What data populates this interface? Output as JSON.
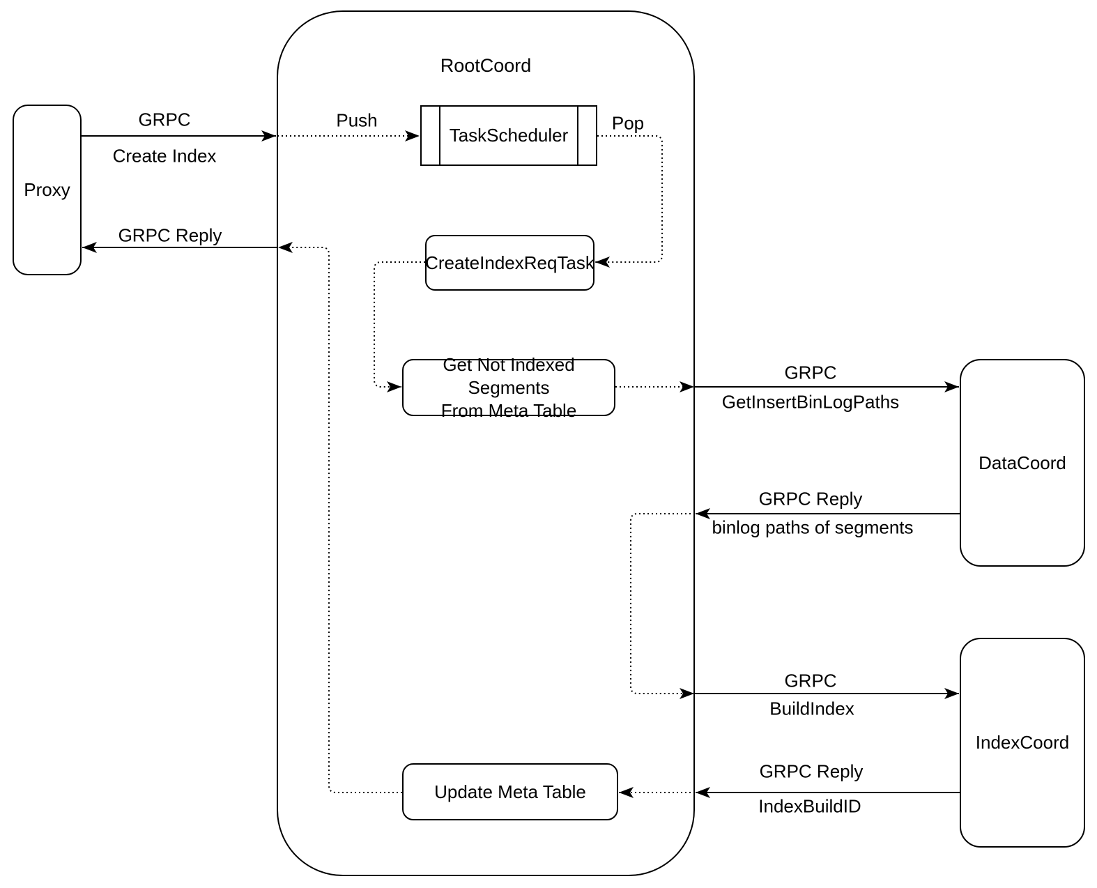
{
  "diagram": {
    "colors": {
      "stroke": "#000000",
      "background": "#ffffff"
    },
    "nodes": {
      "proxy": {
        "label": "Proxy"
      },
      "rootcoord": {
        "label": "RootCoord"
      },
      "taskscheduler": {
        "label": "TaskScheduler"
      },
      "create_index_req_task": {
        "label": "CreateIndexReqTask"
      },
      "get_not_indexed_segments": {
        "lines": [
          "Get Not Indexed Segments",
          "From Meta Table"
        ]
      },
      "update_meta_table": {
        "label": "Update Meta Table"
      },
      "datacoord": {
        "label": "DataCoord"
      },
      "indexcoord": {
        "label": "IndexCoord"
      }
    },
    "edges": {
      "grpc_create_index": {
        "label": "GRPC",
        "sublabel": "Create Index",
        "from": "Proxy",
        "to": "RootCoord",
        "style": "solid"
      },
      "grpc_reply_proxy": {
        "label": "GRPC Reply",
        "from": "RootCoord",
        "to": "Proxy",
        "style": "solid"
      },
      "push": {
        "label": "Push",
        "from": "RootCoord",
        "to": "TaskScheduler",
        "style": "dotted"
      },
      "pop": {
        "label": "Pop",
        "from": "TaskScheduler",
        "to": "CreateIndexReqTask",
        "style": "dotted"
      },
      "task_to_segments": {
        "from": "CreateIndexReqTask",
        "to": "Get Not Indexed Segments From Meta Table",
        "style": "dotted"
      },
      "grpc_get_insert": {
        "label": "GRPC",
        "sublabel": "GetInsertBinLogPaths",
        "from": "RootCoord",
        "to": "DataCoord",
        "style": "solid"
      },
      "grpc_reply_binlog": {
        "label": "GRPC Reply",
        "sublabel": "binlog paths of segments",
        "from": "DataCoord",
        "to": "RootCoord",
        "style": "solid"
      },
      "grpc_build_index": {
        "label": "GRPC",
        "sublabel": "BuildIndex",
        "from": "RootCoord",
        "to": "IndexCoord",
        "style": "solid"
      },
      "grpc_reply_indexbuildid": {
        "label": "GRPC Reply",
        "sublabel": "IndexBuildID",
        "from": "IndexCoord",
        "to": "Update Meta Table",
        "style": "solid"
      },
      "updatemeta_to_reply": {
        "from": "Update Meta Table",
        "to": "RootCoord left edge",
        "style": "dotted"
      }
    }
  }
}
